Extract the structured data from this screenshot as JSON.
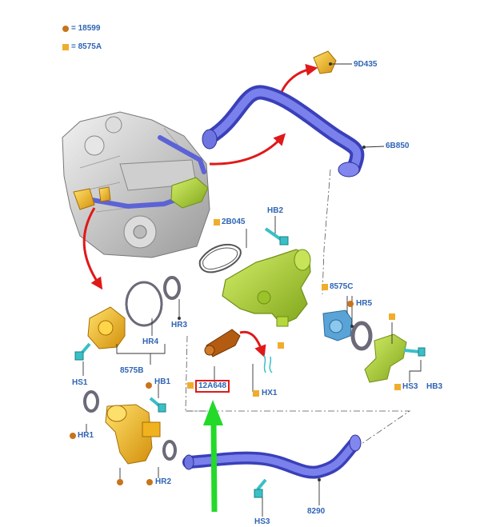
{
  "legend": [
    {
      "symbol": "circle",
      "color": "#c8741c",
      "text": "= 18599"
    },
    {
      "symbol": "square",
      "color": "#f0ad2b",
      "text": "= 8575A"
    }
  ],
  "colors": {
    "label": "#2f64b4",
    "hose_blue": "#5c63d6",
    "housing_green": "#a9d12d",
    "part_orange": "#f0b21e",
    "sensor_brown": "#b35b10",
    "pump_blue": "#5aa3d6",
    "clip_teal": "#39c0c6",
    "arrow_red": "#e01919",
    "arrow_green": "#23d92a",
    "leader": "#333333",
    "marker_circle": "#c8741c",
    "marker_square": "#f0ad2b"
  },
  "labels": {
    "l_9d435": "9D435",
    "l_6b850": "6B850",
    "l_hb2": "HB2",
    "l_2b045": "2B045",
    "l_8575c": "8575C",
    "l_hr5": "HR5",
    "l_hr3": "HR3",
    "l_hr4": "HR4",
    "l_8575b": "8575B",
    "l_hs1": "HS1",
    "l_hb1": "HB1",
    "l_12a648": "12A648",
    "l_hx1": "HX1",
    "l_hs3": "HS3",
    "l_hb3": "HB3",
    "l_hr1": "HR1",
    "l_hr2": "HR2",
    "l_8290": "8290",
    "l_hs3b": "HS3"
  },
  "icons": [
    "engine-block-icon",
    "hose-icon",
    "thermostat-housing-icon",
    "water-pump-icon",
    "sensor-icon",
    "bolt-icon",
    "o-ring-icon",
    "clip-icon",
    "gasket-icon",
    "red-arrow-icon",
    "green-arrow-icon"
  ]
}
